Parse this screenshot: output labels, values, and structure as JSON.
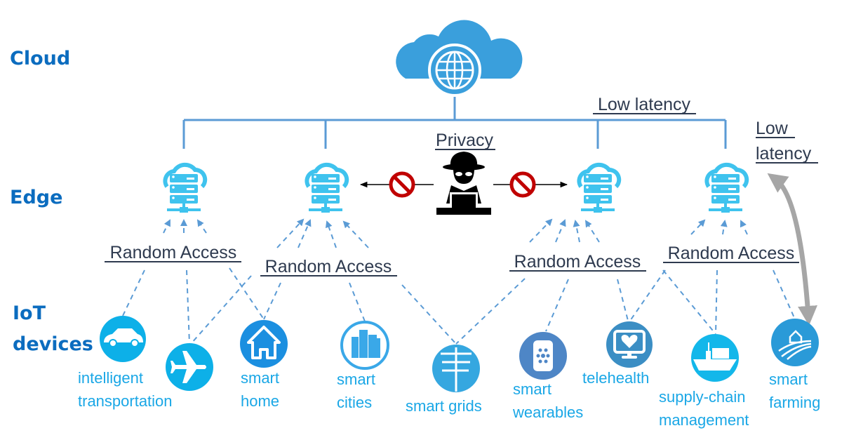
{
  "tiers": {
    "cloud": "Cloud",
    "edge": "Edge",
    "iot_line1": "IoT",
    "iot_line2": "devices"
  },
  "labels": {
    "low_latency_top": "Low latency",
    "low_latency_side_line1": "Low",
    "low_latency_side_line2": "latency",
    "privacy": "Privacy",
    "random_access": [
      "Random Access",
      "Random Access",
      "Random Access",
      "Random Access"
    ]
  },
  "icons": {
    "cloud": "cloud-globe-icon",
    "edge": "edge-server-icon",
    "attacker": "hacker-icon",
    "blocked": "prohibited-icon"
  },
  "devices": [
    {
      "id": "intelligent-transportation-car",
      "icon": "car-icon",
      "lines": [
        "intelligent",
        "transportation"
      ]
    },
    {
      "id": "intelligent-transportation-plane",
      "icon": "airplane-icon",
      "lines": []
    },
    {
      "id": "smart-home",
      "icon": "house-icon",
      "lines": [
        "smart",
        "home"
      ]
    },
    {
      "id": "smart-cities",
      "icon": "buildings-icon",
      "lines": [
        "smart",
        "cities"
      ]
    },
    {
      "id": "smart-grids",
      "icon": "power-pole-icon",
      "lines": [
        "smart grids"
      ]
    },
    {
      "id": "smart-wearables",
      "icon": "smartwatch-icon",
      "lines": [
        "smart",
        "wearables"
      ]
    },
    {
      "id": "telehealth",
      "icon": "heart-monitor-icon",
      "lines": [
        "telehealth"
      ]
    },
    {
      "id": "supply-chain-management",
      "icon": "cargo-ship-icon",
      "lines": [
        "supply-chain",
        "management"
      ]
    },
    {
      "id": "smart-farming",
      "icon": "farm-icon",
      "lines": [
        "smart",
        "farming"
      ]
    }
  ],
  "colors": {
    "tier_text": "#0b6cbf",
    "connector": "#5b9bd5",
    "edge_icon": "#3fc3ee",
    "cloud_icon": "#3a9fdc",
    "device_text": "#1aa7e6",
    "blocked": "#c00000",
    "latency_arrow": "#a6a6a6"
  }
}
